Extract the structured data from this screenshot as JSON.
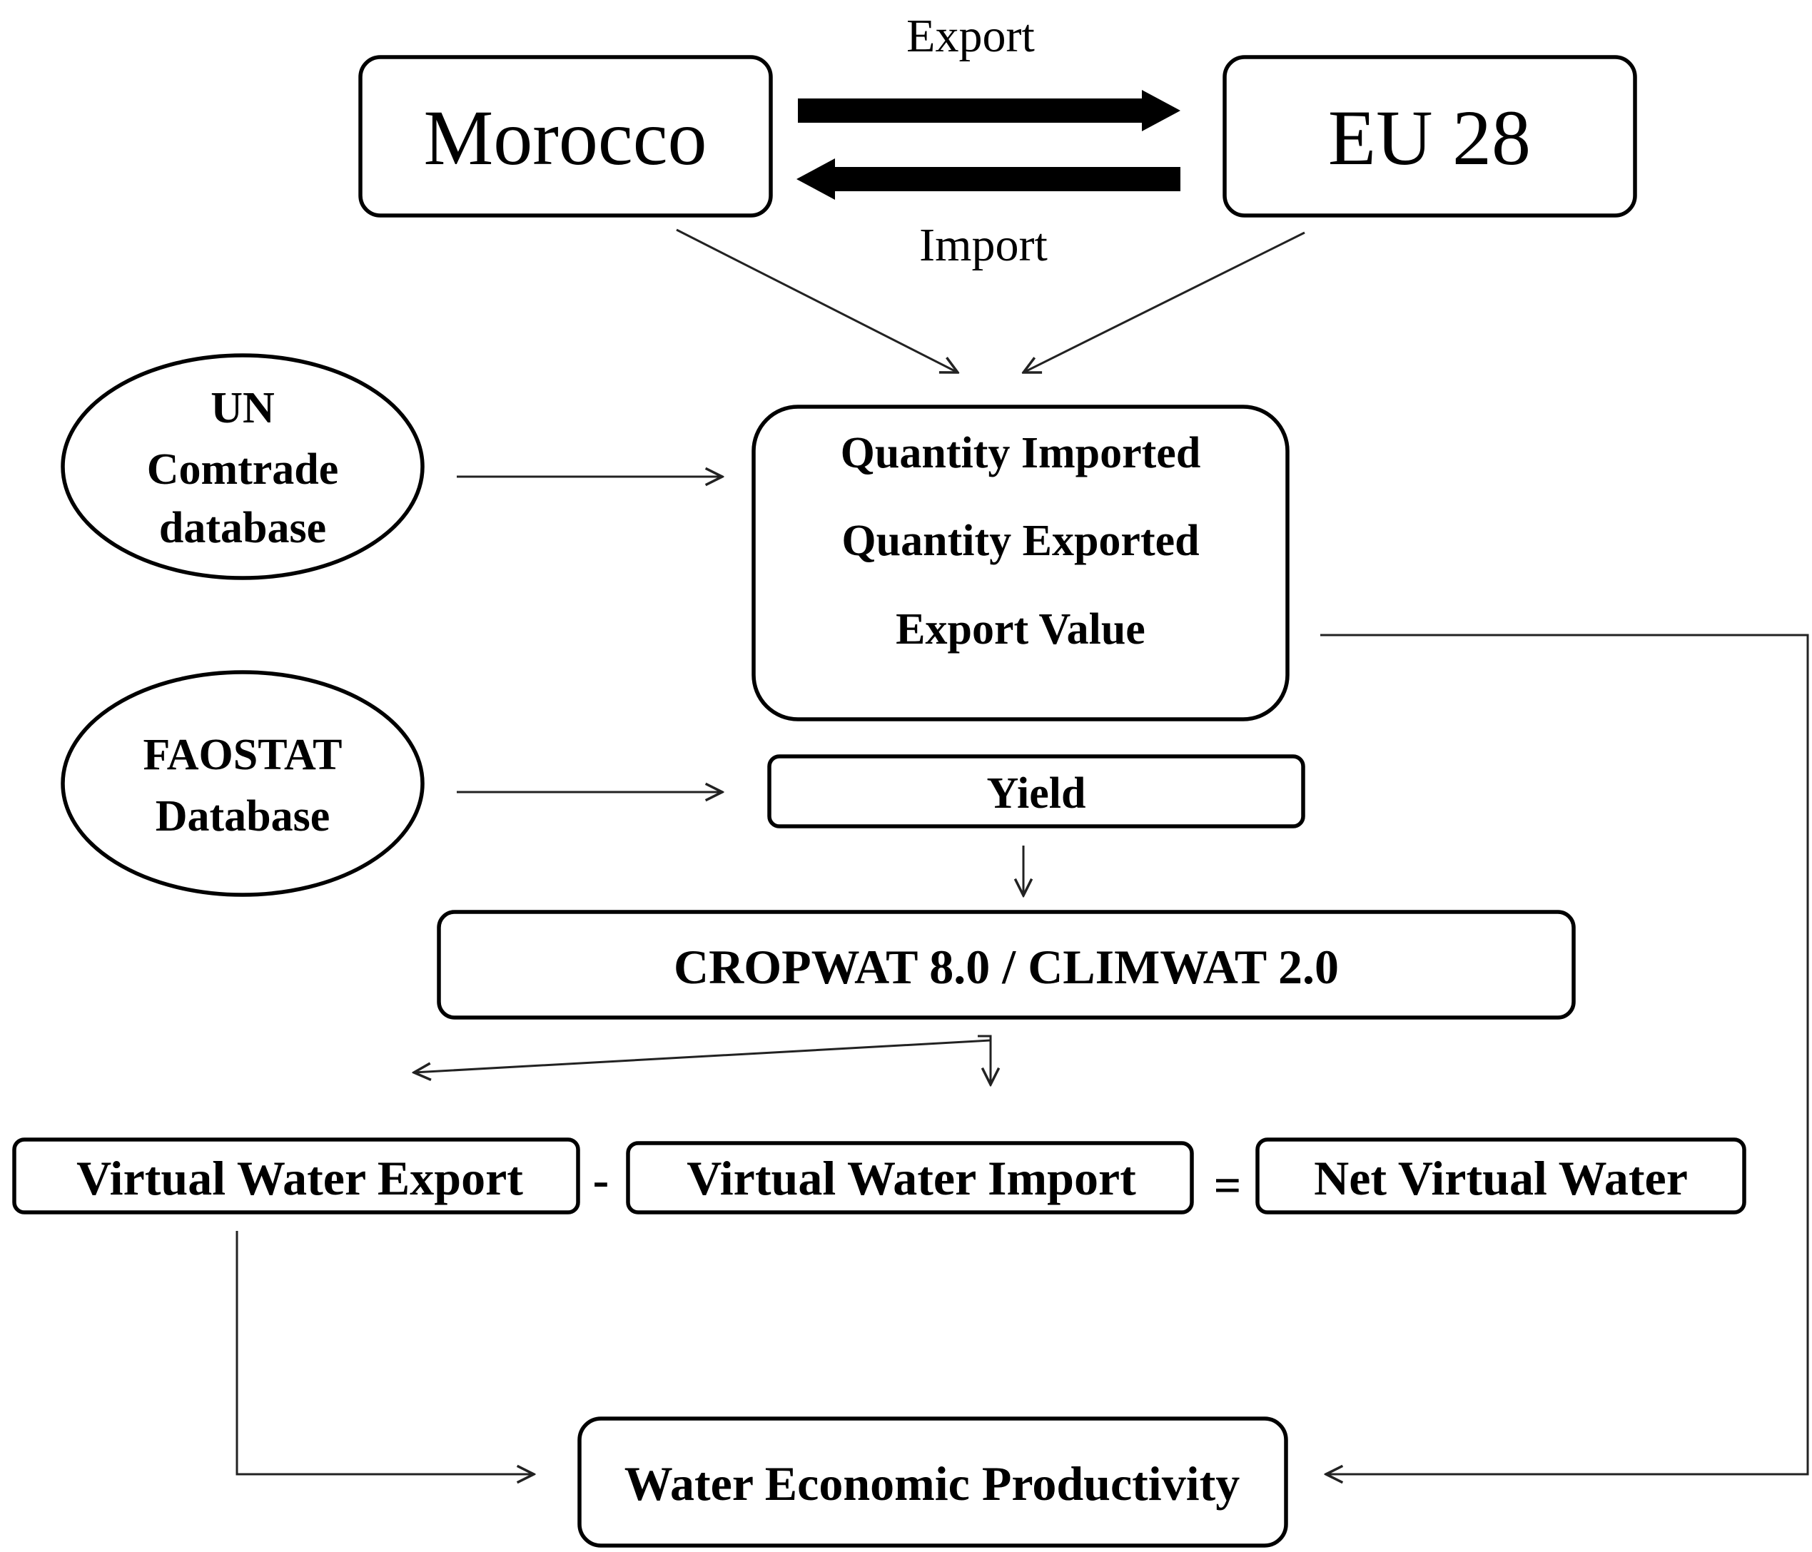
{
  "nodes": {
    "morocco": "Morocco",
    "eu28": "EU 28",
    "un_comtrade": [
      "UN",
      "Comtrade",
      "database"
    ],
    "faostat": [
      "FAOSTAT",
      "Database"
    ],
    "trade_data": [
      "Quantity Imported",
      "Quantity Exported",
      "Export Value"
    ],
    "yield": "Yield",
    "cropwat": "CROPWAT 8.0 / CLIMWAT 2.0",
    "vw_export": "Virtual Water Export",
    "vw_import": "Virtual Water Import",
    "net_vw": "Net Virtual Water",
    "wep": "Water Economic Productivity"
  },
  "edge_labels": {
    "export": "Export",
    "import": "Import"
  },
  "operators": {
    "minus": "-",
    "equals": "="
  }
}
